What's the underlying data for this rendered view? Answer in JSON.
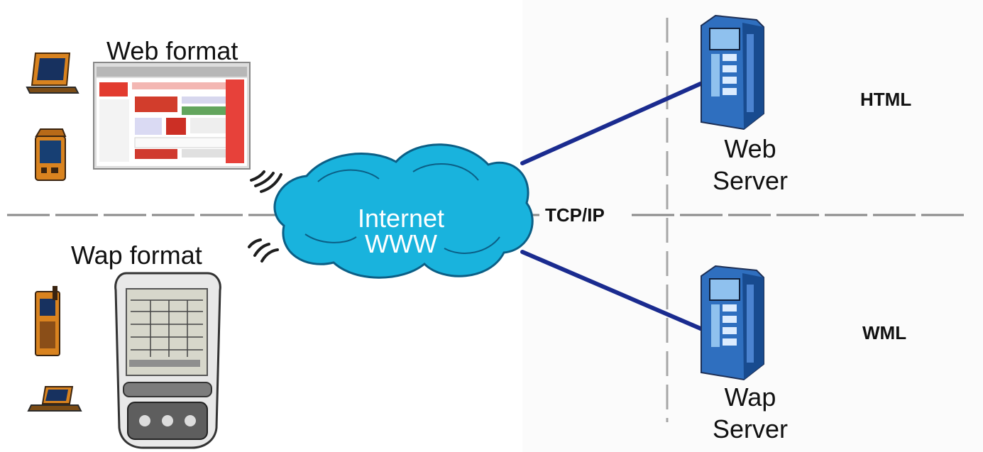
{
  "labels": {
    "web_format": "Web format",
    "wap_format": "Wap format",
    "cloud_line1": "Internet",
    "cloud_line2": "WWW",
    "protocol": "TCP/IP",
    "web_server_line1": "Web",
    "web_server_line2": "Server",
    "wap_server_line1": "Wap",
    "wap_server_line2": "Server",
    "html": "HTML",
    "wml": "WML"
  },
  "colors": {
    "cloud_fill": "#19b3dd",
    "cloud_stroke": "#0b5f86",
    "link_line": "#1a2b8f",
    "server_body": "#2f6fbf",
    "server_light": "#8fc1ee",
    "device_orange": "#d9831f",
    "device_dark": "#2b2b2b"
  },
  "icons": [
    "laptop-icon",
    "pda-icon",
    "web-browser-screenshot",
    "mobile-phone-icon",
    "wap-phone-display",
    "wireless-signal-icon",
    "internet-cloud",
    "server-tower-icon"
  ]
}
